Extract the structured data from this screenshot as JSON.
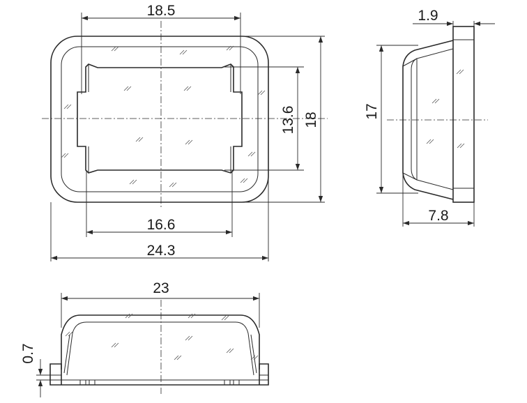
{
  "dimensions": {
    "top_inner_width": "18.5",
    "inner_height": "13.6",
    "outer_height": "18",
    "bottom_inner_width": "16.6",
    "overall_width": "24.3",
    "side_flange": "1.9",
    "side_height": "17",
    "side_depth": "7.8",
    "front_width": "23",
    "front_base": "0.7"
  }
}
